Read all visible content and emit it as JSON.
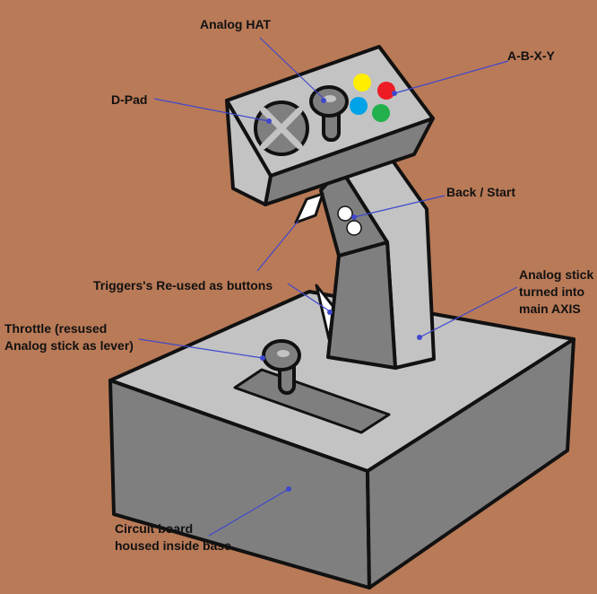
{
  "labels": {
    "analog_hat": "Analog HAT",
    "abxy": "A-B-X-Y",
    "dpad": "D-Pad",
    "back_start": "Back / Start",
    "triggers": "Triggers's Re-used  as buttons",
    "analog_stick_main": [
      "Analog stick",
      "turned into",
      "main AXIS"
    ],
    "throttle": [
      "Throttle (resused",
      "Analog stick as lever)"
    ],
    "circuit_board": [
      "Circuit board",
      "housed inside base"
    ]
  },
  "colors": {
    "background": "#b97a57",
    "body_light": "#c3c3c3",
    "body_dark": "#7f7f7f",
    "outline": "#111111",
    "leader_line": "#3f48cc",
    "button_yellow": "#ffee00",
    "button_red": "#ed1c24",
    "button_blue": "#00a2e8",
    "button_green": "#22b14c"
  }
}
